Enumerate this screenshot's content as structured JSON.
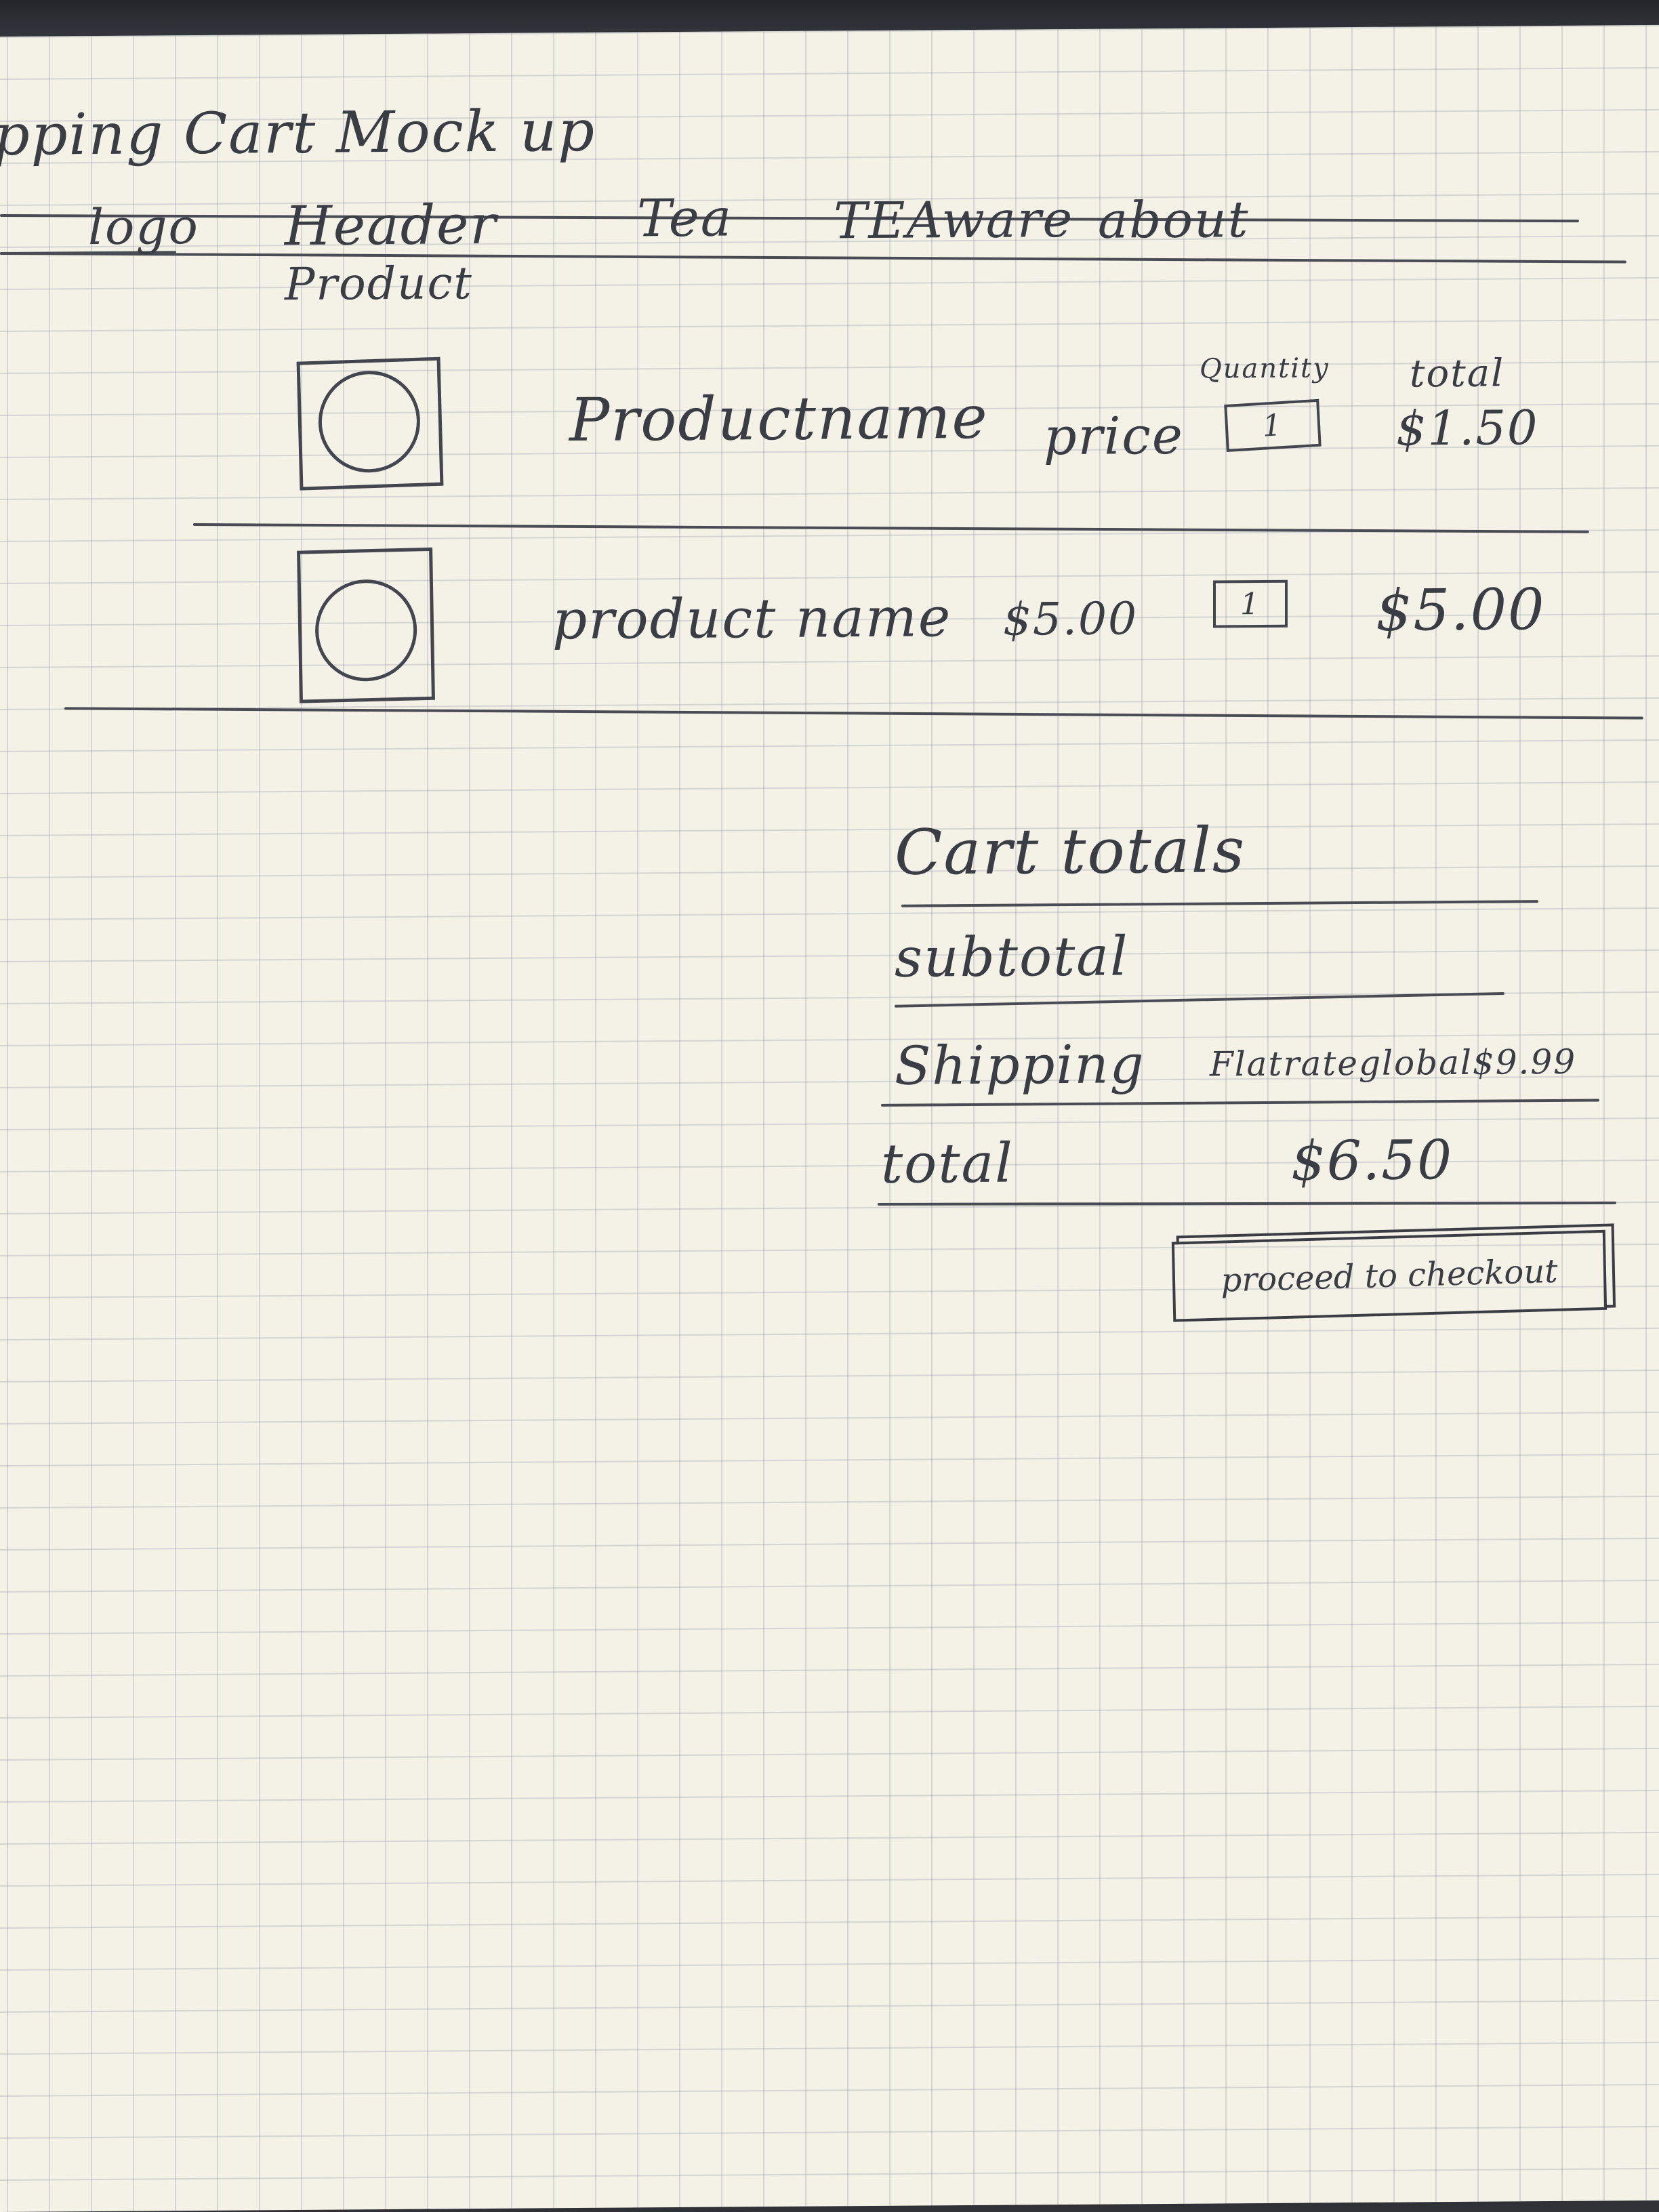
{
  "title": "pping Cart  Mock up",
  "nav": {
    "logo": "logo",
    "header": "Header",
    "tea": "Tea",
    "teaware": "TEAware",
    "about": "about"
  },
  "section_label": "Product",
  "columns": {
    "quantity": "Quantity",
    "total": "total"
  },
  "cart_items": [
    {
      "name": "Productname",
      "price": "price",
      "quantity": "1",
      "total": "$1.50"
    },
    {
      "name": "product name",
      "price": "$5.00",
      "quantity": "1",
      "total": "$5.00"
    }
  ],
  "cart_totals": {
    "heading": "Cart totals",
    "subtotal_label": "subtotal",
    "shipping_label": "Shipping",
    "shipping_value": "Flatrateglobal$9.99",
    "total_label": "total",
    "total_value": "$6.50",
    "checkout_label": "proceed to checkout"
  }
}
